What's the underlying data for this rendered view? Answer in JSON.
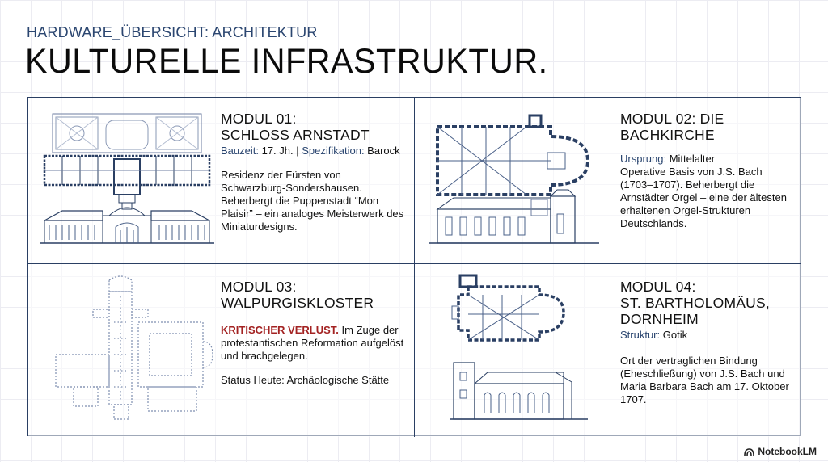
{
  "header": {
    "eyebrow": "HARDWARE_ÜBERSICHT: ARCHITEKTUR",
    "title": "KULTURELLE INFRASTRUKTUR."
  },
  "modules": [
    {
      "title": "MODUL 01:",
      "subtitle": "SCHLOSS ARNSTADT",
      "meta": [
        {
          "key": "Bauzeit:",
          "value": " 17. Jh. | "
        },
        {
          "key": "Spezifikation:",
          "value": " Barock"
        }
      ],
      "body": "Residenz der Fürsten von Schwarzburg-Sondershausen. Beherbergt die Puppenstadt “Mon Plaisir” – ein analoges Meisterwerk des Miniaturdesigns."
    },
    {
      "title": "MODUL 02: DIE",
      "subtitle": "BACHKIRCHE",
      "meta_key": "Ursprung:",
      "meta_value": " Mittelalter",
      "body": "Operative Basis von J.S. Bach (1703–1707). Beherbergt die Arnstädter Orgel – eine der ältesten erhaltenen Orgel-Strukturen Deutschlands."
    },
    {
      "title": "MODUL 03:",
      "subtitle": "WALPURGISKLOSTER",
      "alert": "KRITISCHER VERLUST.",
      "body": " Im Zuge der protestantischen Reformation aufgelöst und brachgelegen.",
      "status_key": "Status Heute:",
      "status_value": " Archäologische Stätte"
    },
    {
      "title": "MODUL 04:",
      "subtitle": "ST. BARTHOLOMÄUS,",
      "subtitle2": "DORNHEIM",
      "meta_key": "Struktur:",
      "meta_value": " Gotik",
      "body": "Ort der vertraglichen Bindung (Eheschließung) von J.S. Bach und Maria Barbara Bach am 17. Oktober 1707."
    }
  ],
  "brand": {
    "label": "NotebookLM",
    "icon": "notebooklm-logo-icon"
  },
  "colors": {
    "navy": "#2a3f63",
    "accent": "#2b4670",
    "alert": "#a32222"
  }
}
